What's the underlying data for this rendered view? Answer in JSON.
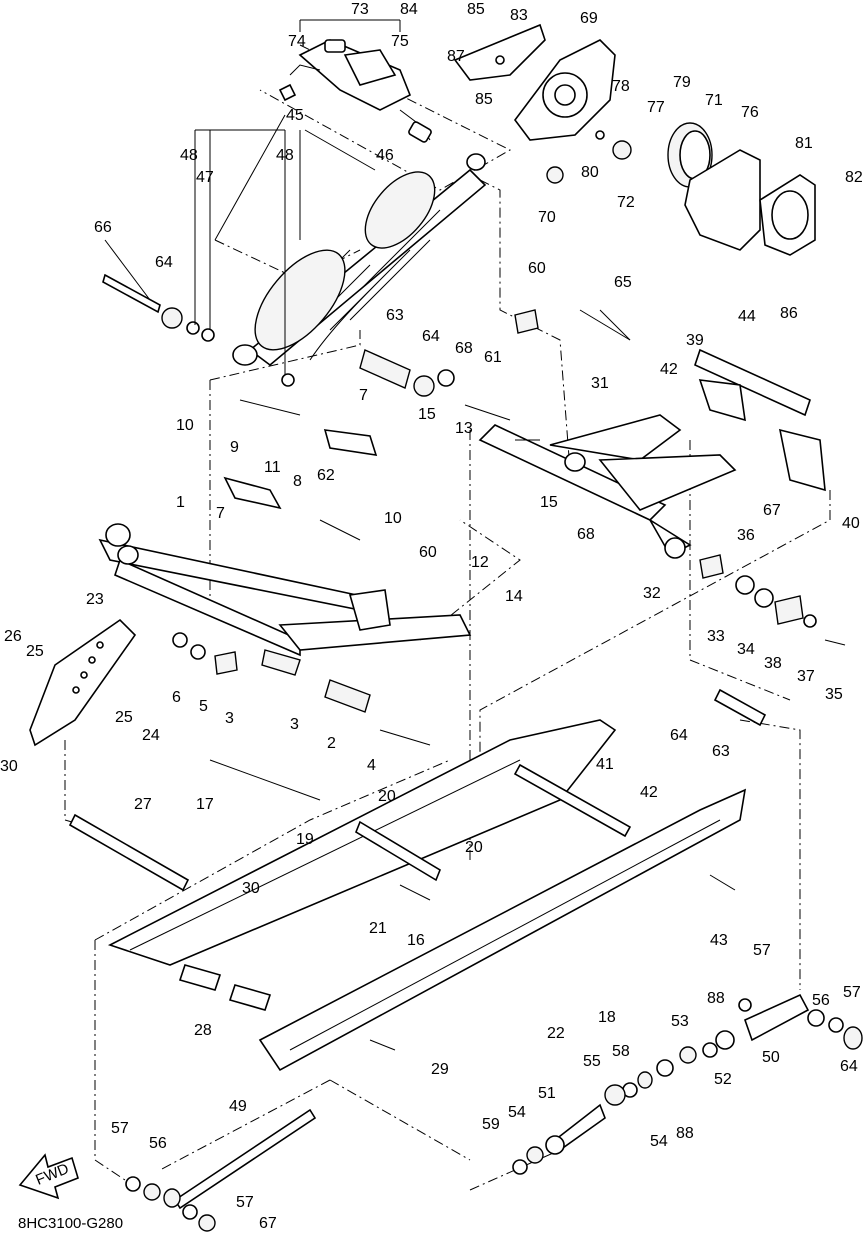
{
  "diagram": {
    "reference_code": "8HC3100-G280",
    "fwd_label": "FWD",
    "part_labels": [
      "73",
      "84",
      "85",
      "83",
      "69",
      "74",
      "75",
      "87",
      "85",
      "78",
      "77",
      "79",
      "71",
      "76",
      "45",
      "48",
      "48",
      "46",
      "47",
      "81",
      "82",
      "80",
      "72",
      "70",
      "66",
      "64",
      "60",
      "65",
      "86",
      "44",
      "63",
      "64",
      "68",
      "61",
      "39",
      "31",
      "42",
      "7",
      "15",
      "13",
      "40",
      "10",
      "9",
      "11",
      "62",
      "8",
      "10",
      "15",
      "67",
      "36",
      "68",
      "32",
      "7",
      "1",
      "60",
      "12",
      "14",
      "23",
      "26",
      "25",
      "33",
      "34",
      "38",
      "37",
      "35",
      "25",
      "6",
      "5",
      "3",
      "3",
      "2",
      "4",
      "24",
      "30",
      "64",
      "63",
      "41",
      "42",
      "17",
      "20",
      "27",
      "19",
      "20",
      "30",
      "43",
      "21",
      "16",
      "57",
      "22",
      "18",
      "88",
      "53",
      "56",
      "57",
      "28",
      "58",
      "55",
      "52",
      "50",
      "29",
      "51",
      "49",
      "64",
      "59",
      "54",
      "54",
      "88",
      "57",
      "56",
      "57",
      "67"
    ]
  }
}
